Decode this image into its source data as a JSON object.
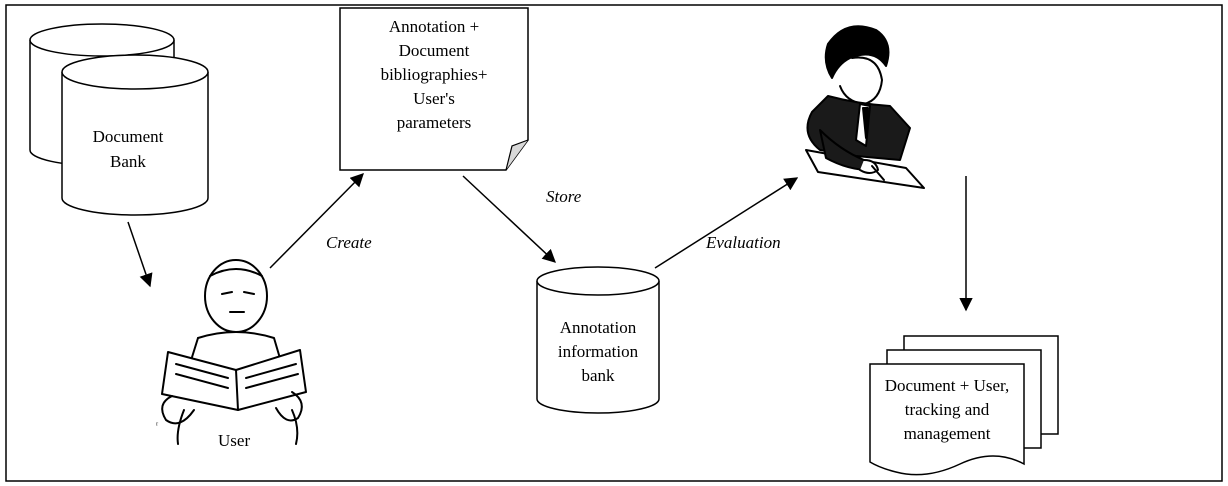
{
  "diagram": {
    "document_bank": [
      "Document",
      "Bank"
    ],
    "annotation_note": [
      "Annotation +",
      "Document",
      "bibliographies+",
      "User's",
      "parameters"
    ],
    "annotation_bank": [
      "Annotation",
      "information",
      "bank"
    ],
    "output_doc": [
      "Document + User,",
      "tracking and",
      "management"
    ],
    "user_label": "User",
    "create_label": "Create",
    "store_label": "Store",
    "evaluation_label": "Evaluation"
  }
}
